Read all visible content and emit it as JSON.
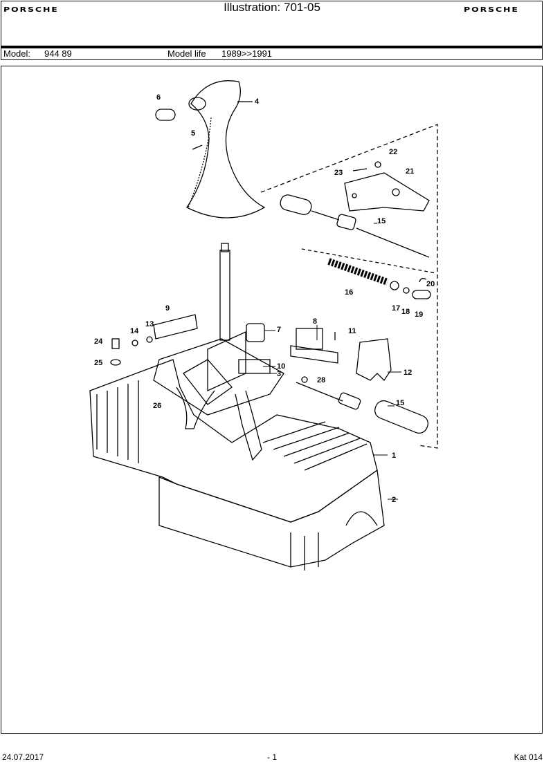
{
  "header": {
    "brand_left": "PORSCHE",
    "brand_right": "PORSCHE",
    "title": "Illustration: 701-05"
  },
  "model_bar": {
    "model_label": "Model:",
    "model_value": "944 89",
    "life_label": "Model life",
    "life_value": "1989>>1991"
  },
  "callouts": [
    "1",
    "2",
    "3",
    "4",
    "5",
    "6",
    "7",
    "8",
    "9",
    "10",
    "11",
    "12",
    "13",
    "14",
    "15",
    "15",
    "16",
    "17",
    "18",
    "19",
    "20",
    "21",
    "22",
    "23",
    "24",
    "25",
    "26",
    "28"
  ],
  "footer": {
    "date": "24.07.2017",
    "page": "- 1",
    "catalog": "Kat 014"
  }
}
